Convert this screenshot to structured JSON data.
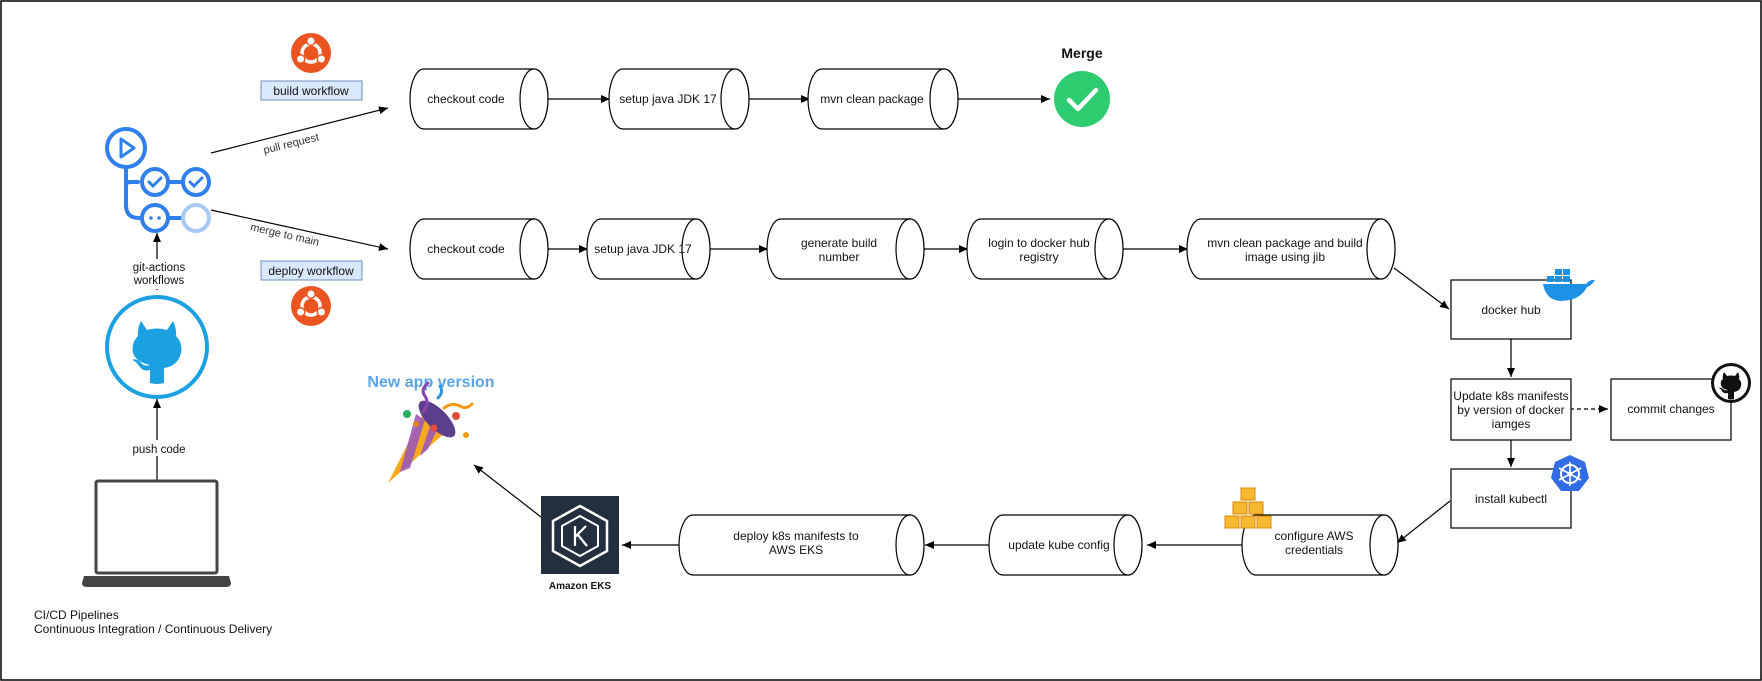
{
  "tags": {
    "build_workflow": "build workflow",
    "deploy_workflow": "deploy workflow"
  },
  "edge_labels": {
    "pull_request": "pull request",
    "merge_to_main": "merge to main",
    "git_actions_workflows": [
      "git-actions",
      "workflows"
    ],
    "push_code": "push code"
  },
  "build_pipeline": {
    "steps": [
      "checkout code",
      "setup java JDK 17",
      "mvn clean package"
    ],
    "merge_title": "Merge"
  },
  "deploy_pipeline": {
    "steps": [
      [
        "checkout code"
      ],
      [
        "setup java JDK 17"
      ],
      [
        "generate build",
        "number"
      ],
      [
        "login to docker hub",
        "registry"
      ],
      [
        "mvn clean package and build",
        "image using jib"
      ]
    ],
    "docker_hub": "docker hub",
    "update_manifests": [
      "Update k8s manifests",
      "by version of docker",
      "iamges"
    ],
    "commit_changes": "commit changes",
    "install_kubectl": "install kubectl",
    "configure_aws": [
      "configure AWS",
      "credentials"
    ],
    "update_kube_config": "update kube config",
    "deploy_eks": [
      "deploy k8s manifests to",
      "AWS EKS"
    ],
    "eks_label": "Amazon EKS",
    "new_version": "New app version"
  },
  "caption": [
    "CI/CD Pipelines",
    "Continuous Integration / Continuous Delivery"
  ],
  "colors": {
    "ubuntu": "#e95420",
    "merge_check": "#2ecc71",
    "github_actions": "#2f80ed",
    "github_cyan": "#1ba1e2",
    "docker": "#1d91e6",
    "kubernetes": "#326ce5",
    "aws_cube": "#f7b731",
    "eks_bg": "#232f3e",
    "new_version_text": "#5ba4e6"
  },
  "icons": [
    "ubuntu-icon",
    "github-actions-icon",
    "github-icon",
    "laptop-icon",
    "check-icon",
    "docker-icon",
    "kubernetes-icon",
    "aws-cube-icon",
    "eks-icon",
    "party-popper-icon"
  ]
}
